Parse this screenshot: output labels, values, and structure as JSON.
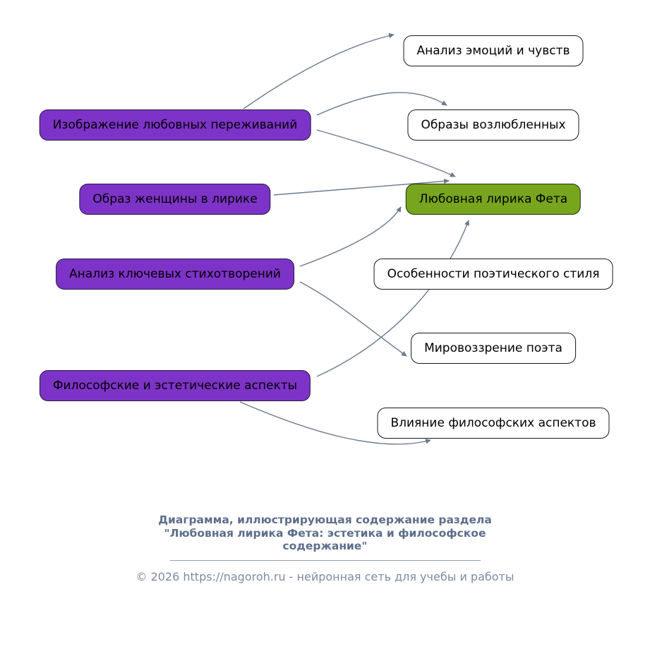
{
  "diagram": {
    "left_nodes": [
      {
        "id": "love-experiences",
        "label": "Изображение любовных переживаний"
      },
      {
        "id": "woman-image",
        "label": "Образ женщины в лирике"
      },
      {
        "id": "key-poems",
        "label": "Анализ ключевых стихотворений"
      },
      {
        "id": "philosophy-aesthetics",
        "label": "Философские и эстетические аспекты"
      }
    ],
    "right_nodes": [
      {
        "id": "emotions-analysis",
        "label": "Анализ эмоций и чувств"
      },
      {
        "id": "beloved-images",
        "label": "Образы возлюбленных"
      },
      {
        "id": "fet-love-lyrics",
        "label": "Любовная лирика Фета",
        "highlight": true
      },
      {
        "id": "poetic-style",
        "label": "Особенности поэтического стиля"
      },
      {
        "id": "poet-worldview",
        "label": "Мировоззрение поэта"
      },
      {
        "id": "philosophy-influence",
        "label": "Влияние философских аспектов"
      }
    ],
    "edges": [
      {
        "from": "love-experiences",
        "to": "emotions-analysis"
      },
      {
        "from": "love-experiences",
        "to": "beloved-images"
      },
      {
        "from": "love-experiences",
        "to": "fet-love-lyrics"
      },
      {
        "from": "woman-image",
        "to": "fet-love-lyrics"
      },
      {
        "from": "key-poems",
        "to": "fet-love-lyrics"
      },
      {
        "from": "key-poems",
        "to": "poet-worldview"
      },
      {
        "from": "philosophy-aesthetics",
        "to": "fet-love-lyrics"
      },
      {
        "from": "philosophy-aesthetics",
        "to": "philosophy-influence"
      }
    ],
    "colors": {
      "purple_fill": "#7d33c7",
      "green_fill": "#77a51e",
      "node_border": "#1a1a1a",
      "arrow": "#6b7b8d",
      "white_fill": "#ffffff"
    }
  },
  "footer": {
    "caption": "Диаграмма, иллюстрирующая содержание раздела\n\"Любовная лирика Фета: эстетика и философское\nсодержание\"",
    "copyright": "© 2026 https://nagoroh.ru - нейронная сеть для учебы и работы"
  }
}
